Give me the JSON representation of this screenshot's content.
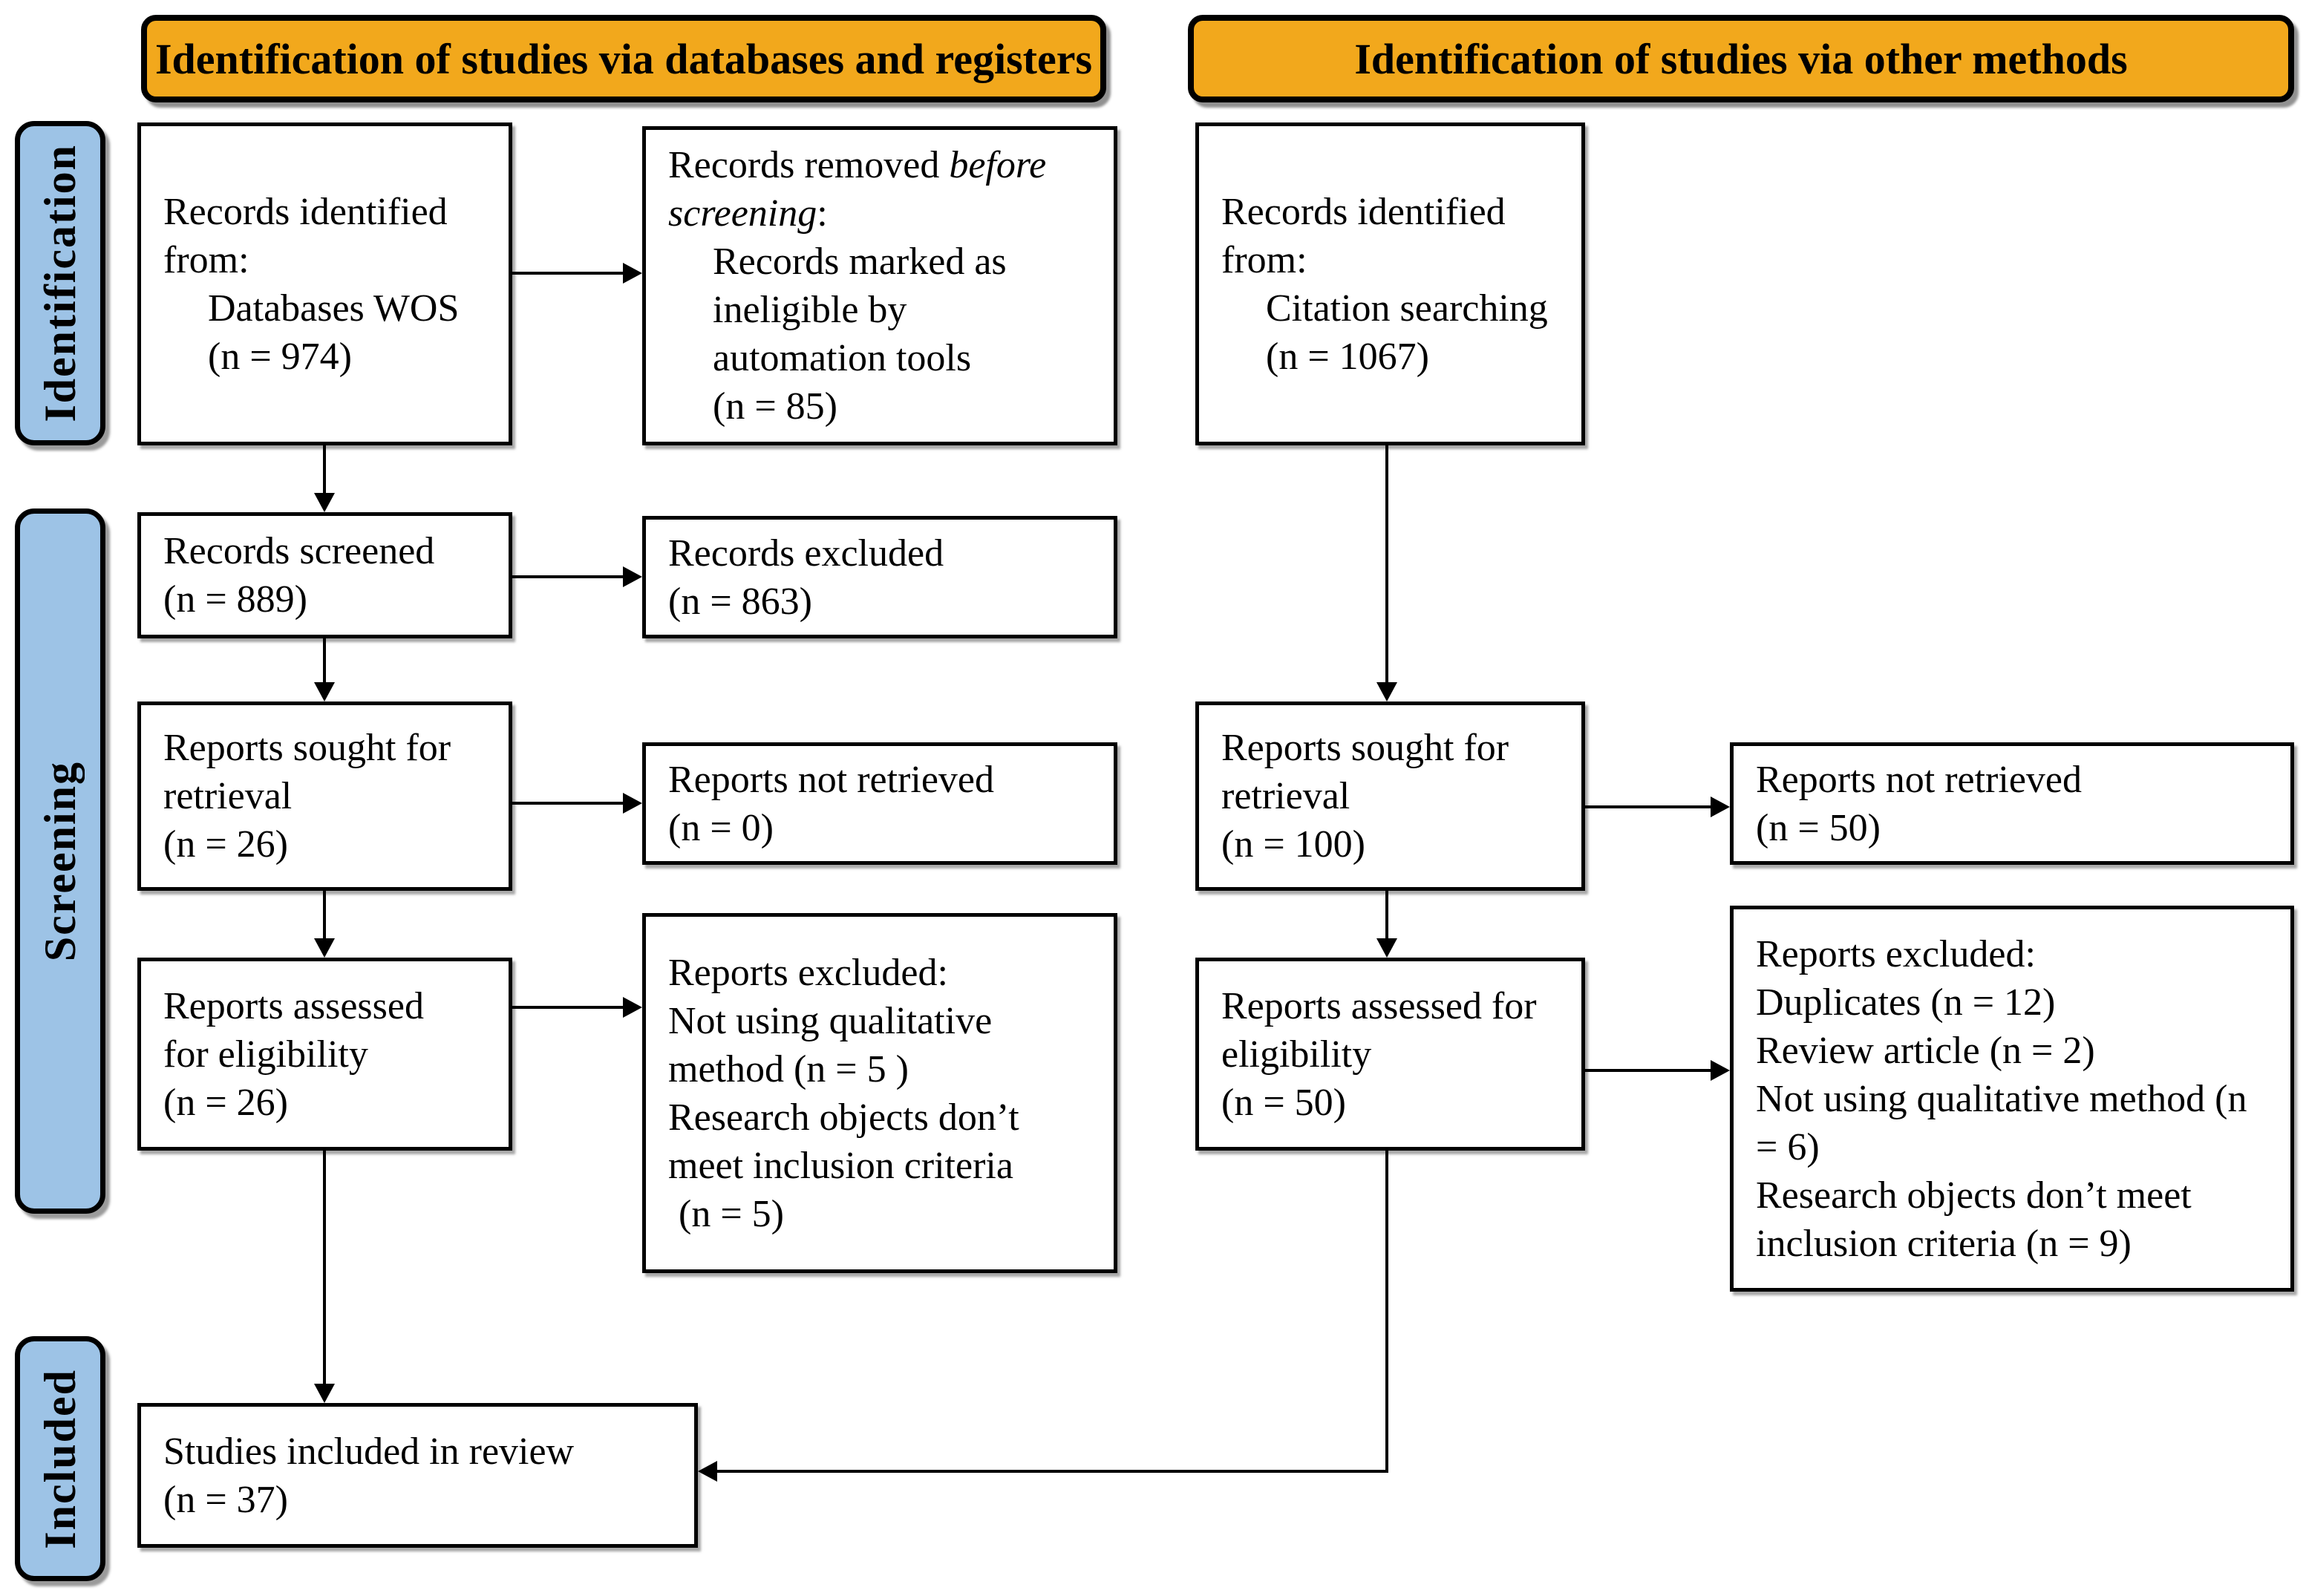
{
  "colors": {
    "banner_fill": "#F2A81C",
    "stage_fill": "#9DC3E6",
    "box_border": "#000000",
    "arrow": "#000000",
    "background": "#FFFFFF"
  },
  "banners": {
    "databases": "Identification of studies via databases and registers",
    "other_methods": "Identification of studies via other methods"
  },
  "stages": {
    "identification": "Identification",
    "screening": "Screening",
    "included": "Included"
  },
  "boxes": {
    "db_identified": {
      "lines": [
        {
          "text": "Records identified"
        },
        {
          "text": "from:"
        },
        {
          "text": "Databases WOS",
          "indent": 60
        },
        {
          "text": "(n = 974)",
          "indent": 60
        }
      ]
    },
    "removed_before_screening": {
      "lines": [
        {
          "segments": [
            {
              "text": "Records removed "
            },
            {
              "text": "before",
              "italic": true
            }
          ]
        },
        {
          "segments": [
            {
              "text": "screening",
              "italic": true
            },
            {
              "text": ":"
            }
          ]
        },
        {
          "text": "Records marked as",
          "indent": 60
        },
        {
          "text": "ineligible by",
          "indent": 60
        },
        {
          "text": "automation tools",
          "indent": 60
        },
        {
          "text": "(n = 85)",
          "indent": 60
        }
      ]
    },
    "citation_identified": {
      "lines": [
        {
          "text": "Records identified"
        },
        {
          "text": "from:"
        },
        {
          "text": "Citation searching",
          "indent": 60
        },
        {
          "text": "(n = 1067)",
          "indent": 60
        }
      ]
    },
    "records_screened": {
      "lines": [
        {
          "text": "Records screened"
        },
        {
          "text": "(n = 889)"
        }
      ]
    },
    "records_excluded": {
      "lines": [
        {
          "text": "Records excluded"
        },
        {
          "text": "(n = 863)"
        }
      ]
    },
    "reports_sought_db": {
      "lines": [
        {
          "text": "Reports sought for"
        },
        {
          "text": "retrieval"
        },
        {
          "text": "(n = 26)"
        }
      ]
    },
    "reports_not_retrieved_db": {
      "lines": [
        {
          "text": "Reports not retrieved"
        },
        {
          "text": "(n = 0)"
        }
      ]
    },
    "reports_sought_cit": {
      "lines": [
        {
          "text": "Reports sought for"
        },
        {
          "text": "retrieval"
        },
        {
          "text": "(n = 100)"
        }
      ]
    },
    "reports_not_retrieved_cit": {
      "lines": [
        {
          "text": "Reports not retrieved"
        },
        {
          "text": "(n = 50)"
        }
      ]
    },
    "reports_assessed_db": {
      "lines": [
        {
          "text": "Reports assessed"
        },
        {
          "text": "for eligibility"
        },
        {
          "text": "(n = 26)"
        }
      ]
    },
    "reports_excluded_db": {
      "lines": [
        {
          "text": "Reports excluded:"
        },
        {
          "text": "Not using qualitative"
        },
        {
          "text": "method (n = 5 )"
        },
        {
          "text": "Research objects don’t"
        },
        {
          "text": "meet inclusion criteria"
        },
        {
          "text": "(n = 5)",
          "indent": 14
        }
      ]
    },
    "reports_assessed_cit": {
      "lines": [
        {
          "text": "Reports assessed for"
        },
        {
          "text": "eligibility"
        },
        {
          "text": "(n = 50)"
        }
      ]
    },
    "reports_excluded_cit": {
      "lines": [
        {
          "text": "Reports excluded:"
        },
        {
          "text": "Duplicates (n = 12)"
        },
        {
          "text": "Review article (n = 2)"
        },
        {
          "text": "Not using qualitative method (n"
        },
        {
          "text": "= 6)"
        },
        {
          "text": "Research objects don’t meet"
        },
        {
          "text": "inclusion criteria (n = 9)"
        }
      ]
    },
    "studies_included": {
      "lines": [
        {
          "text": "Studies included in review"
        },
        {
          "text": "(n = 37)"
        }
      ]
    }
  }
}
